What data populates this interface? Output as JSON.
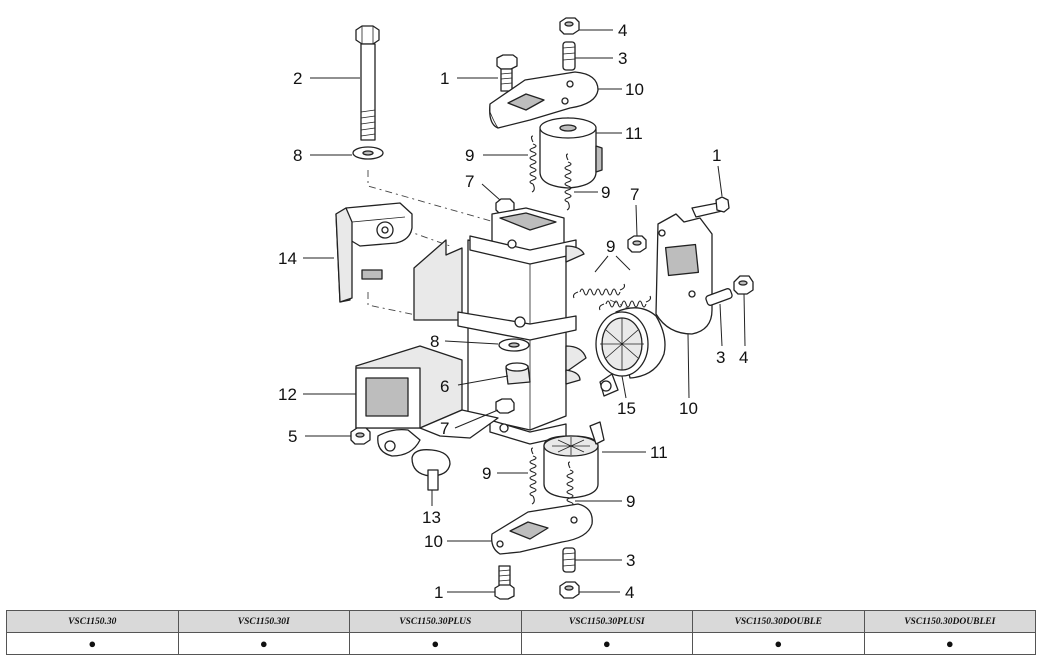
{
  "callouts": {
    "c1a": "1",
    "c1b": "1",
    "c1c": "1",
    "c2": "2",
    "c3a": "3",
    "c3b": "3",
    "c3c": "3",
    "c4a": "4",
    "c4b": "4",
    "c4c": "4",
    "c5": "5",
    "c6": "6",
    "c7a": "7",
    "c7b": "7",
    "c7c": "7",
    "c8a": "8",
    "c8b": "8",
    "c9a": "9",
    "c9b": "9",
    "c9c": "9",
    "c9d": "9",
    "c9e": "9",
    "c10a": "10",
    "c10b": "10",
    "c10c": "10",
    "c11a": "11",
    "c11b": "11",
    "c12": "12",
    "c13": "13",
    "c14": "14",
    "c15": "15"
  },
  "models": {
    "headers": [
      "VSC1150.30",
      "VSC1150.30I",
      "VSC1150.30PLUS",
      "VSC1150.30PLUSI",
      "VSC1150.30DOUBLE",
      "VSC1150.30DOUBLEI"
    ],
    "marks": [
      "●",
      "●",
      "●",
      "●",
      "●",
      "●"
    ]
  }
}
